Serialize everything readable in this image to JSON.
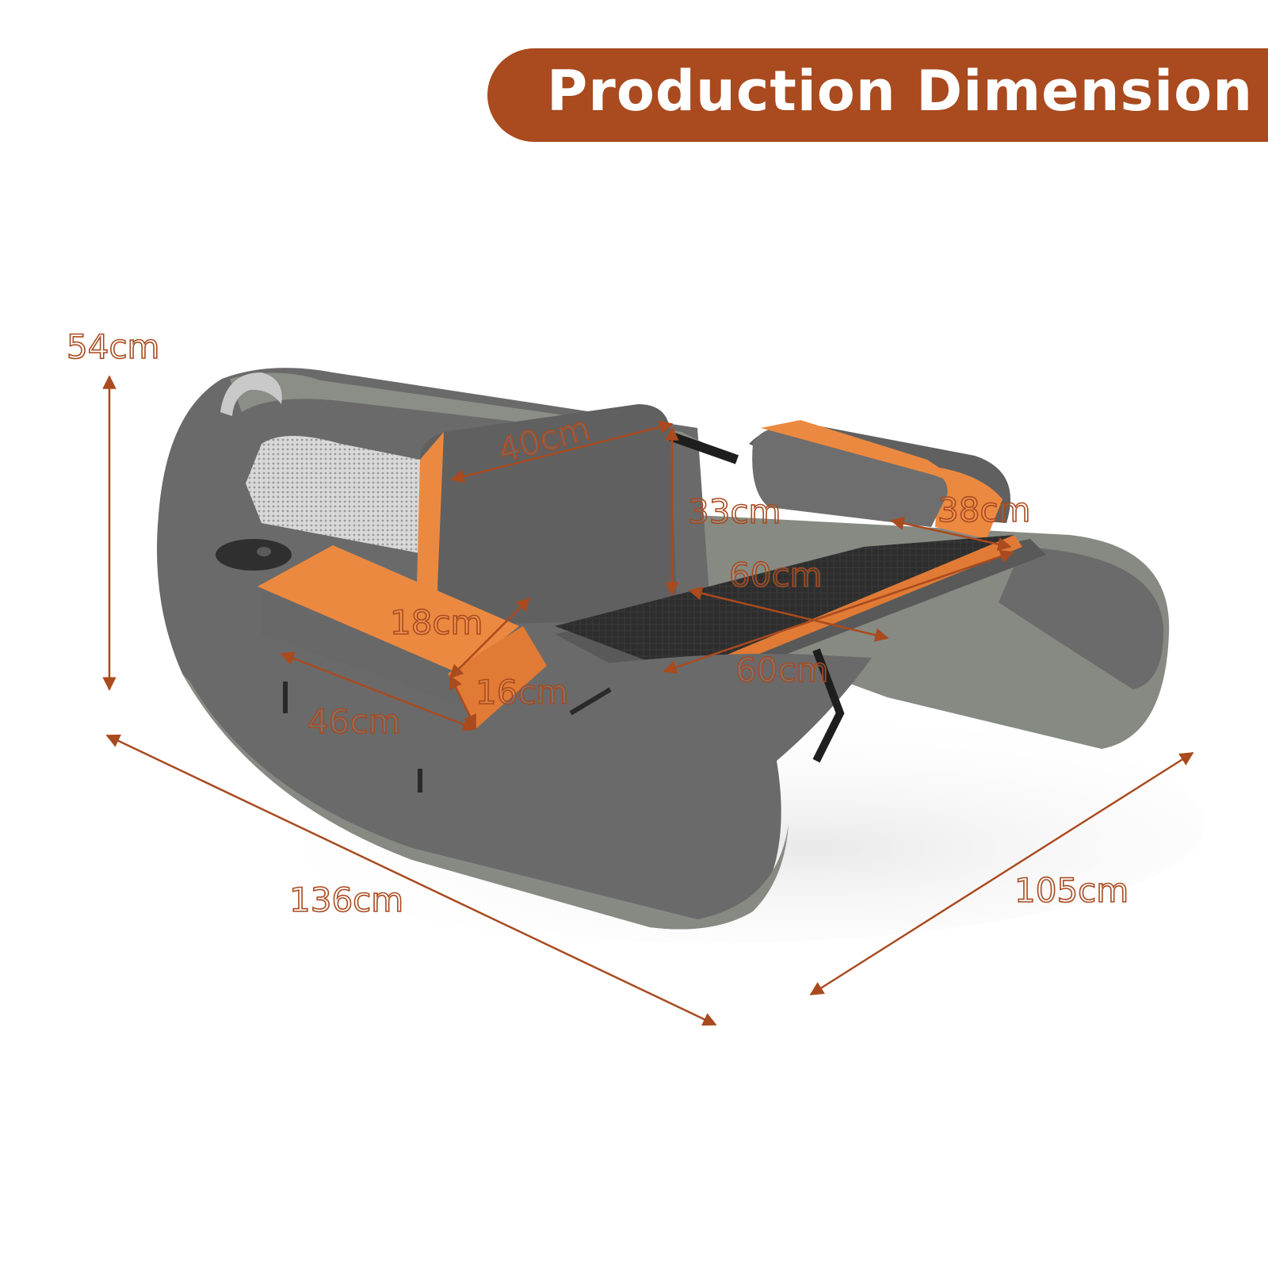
{
  "header": {
    "title": "Production Dimension"
  },
  "colors": {
    "accent": "#a94a1f",
    "boat_dark": "#6a6a6a",
    "boat_light": "#8b8e86",
    "cushion_orange": "#ec8940",
    "background": "#ffffff"
  },
  "dimensions": {
    "height": "54cm",
    "length": "136cm",
    "width": "105cm",
    "backrest_width": "40cm",
    "backrest_height": "33cm",
    "side_width": "38cm",
    "seat_depth": "60cm",
    "seat_width": "60cm",
    "pocket_height": "18cm",
    "pocket_depth": "16cm",
    "pocket_length": "46cm"
  }
}
